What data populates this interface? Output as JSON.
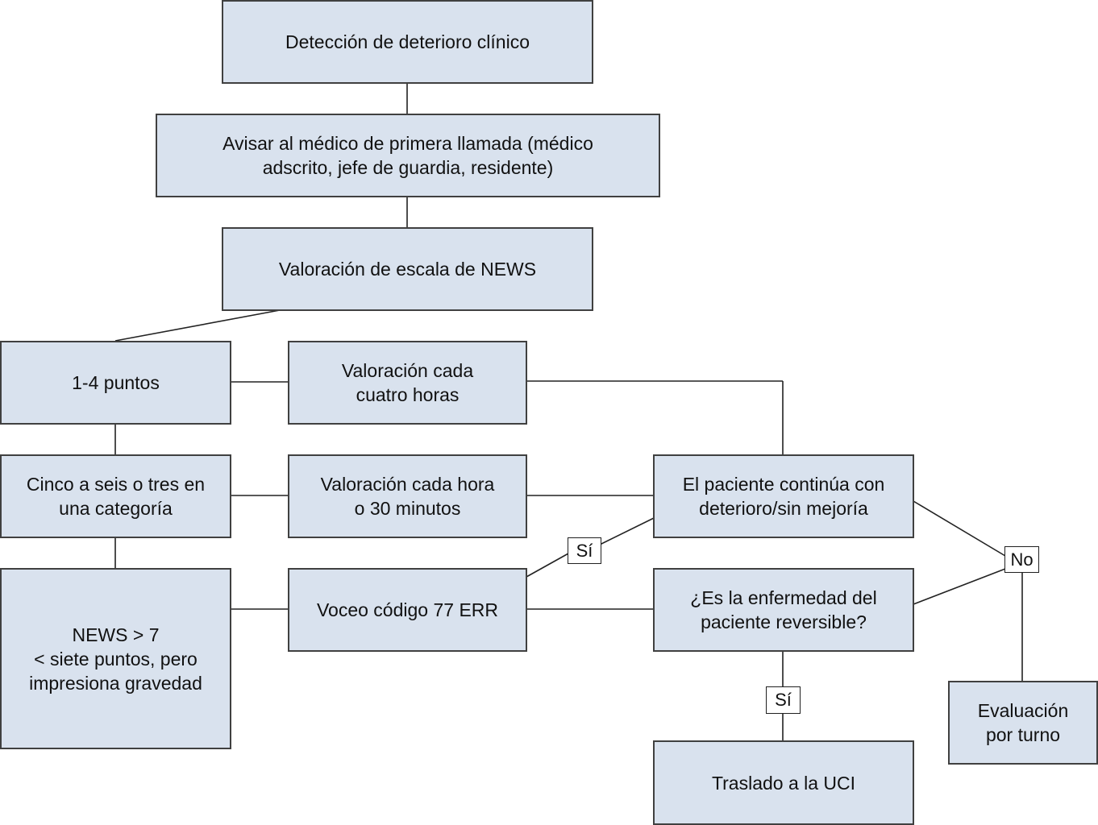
{
  "diagram": {
    "type": "flowchart",
    "colors": {
      "box_fill": "#d9e2ee",
      "box_border": "#404040",
      "line": "#222222",
      "label_fill": "#ffffff"
    },
    "nodes": {
      "detection": "Detección de deterioro clínico",
      "notify": "Avisar al médico de primera llamada (médico\nadscrito, jefe de guardia, residente)",
      "news_assessment": "Valoración de escala de NEWS",
      "score_1_4": "1-4 puntos",
      "every_4h": "Valoración cada\ncuatro horas",
      "score_5_6": "Cinco a seis o tres en\nuna categoría",
      "every_hour": "Valoración cada hora\no 30 minutos",
      "continues": "El paciente continúa con\ndeterioro/sin mejoría",
      "news_gt7": "NEWS > 7\n< siete puntos, pero\nimpresiona gravedad",
      "code77": "Voceo código 77 ERR",
      "reversible": "¿Es la enfermedad del\npaciente reversible?",
      "icu": "Traslado a la UCI",
      "shift_eval": "Evaluación\npor turno"
    },
    "edge_labels": {
      "yes_continues": "Sí",
      "no": "No",
      "yes_icu": "Sí"
    },
    "edges": [
      [
        "detection",
        "notify"
      ],
      [
        "notify",
        "news_assessment"
      ],
      [
        "news_assessment",
        "score_1_4"
      ],
      [
        "score_1_4",
        "every_4h"
      ],
      [
        "score_1_4",
        "score_5_6"
      ],
      [
        "score_5_6",
        "every_hour"
      ],
      [
        "score_5_6",
        "news_gt7"
      ],
      [
        "every_4h",
        "continues"
      ],
      [
        "every_hour",
        "continues"
      ],
      [
        "news_gt7",
        "code77"
      ],
      [
        "code77",
        "reversible"
      ],
      [
        "code77",
        "continues",
        "Sí"
      ],
      [
        "continues",
        "shift_eval",
        "No"
      ],
      [
        "reversible",
        "shift_eval",
        "No"
      ],
      [
        "reversible",
        "icu",
        "Sí"
      ]
    ]
  }
}
